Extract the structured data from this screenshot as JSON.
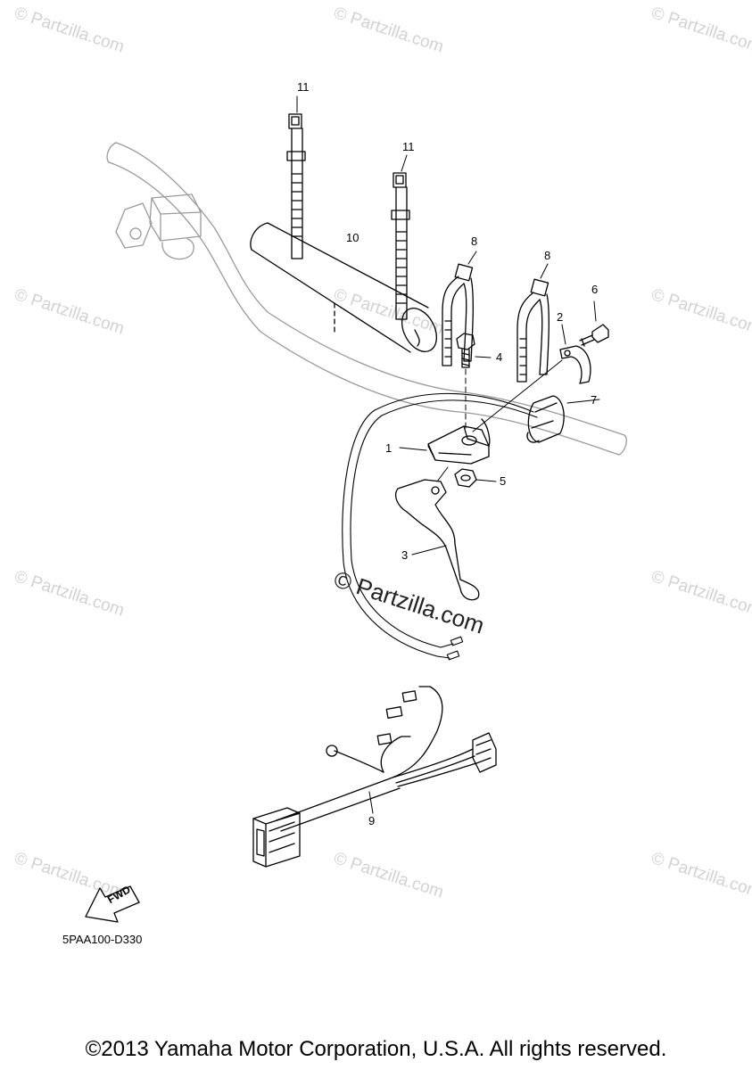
{
  "callouts": {
    "c1": "1",
    "c2": "2",
    "c3": "3",
    "c4": "4",
    "c5": "5",
    "c6": "6",
    "c7": "7",
    "c8a": "8",
    "c8b": "8",
    "c9": "9",
    "c10": "10",
    "c11a": "11",
    "c11b": "11"
  },
  "watermark": {
    "text": "© Partzilla.com"
  },
  "fwd_label": "FWD",
  "diagram_code": "5PAA100-D330",
  "copyright": "©2013 Yamaha Motor Corporation, U.S.A. All rights reserved."
}
